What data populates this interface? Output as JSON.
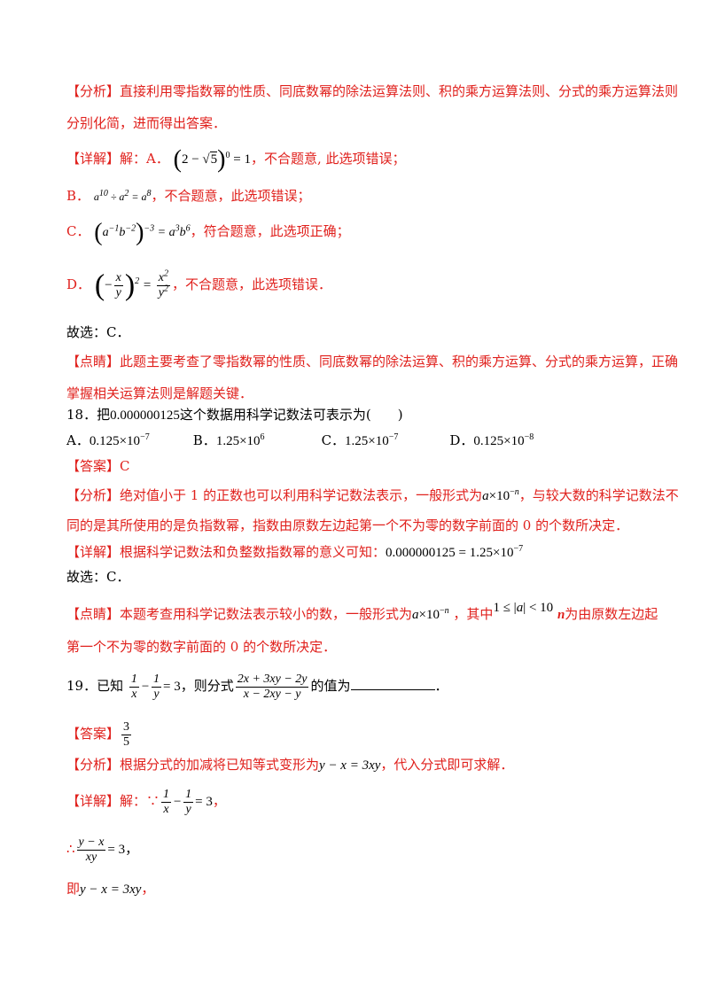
{
  "tags": {
    "fenxi": "【分析】",
    "xiangjie": "【详解】",
    "dianjing": "【点睛】",
    "daan": "【答案】"
  },
  "q17": {
    "fenxi_l1": "直接利用零指数幂的性质、同底数幂的除法运算法则、积的乘方运算法则、分式的乘方运算法则",
    "fenxi_l2": "分别化简，进而得出答案．",
    "jie": "解：A．",
    "a_tail": "，不合题意, 此选项错误；",
    "b_label": "B．",
    "b_tail": "，不合题意，此选项错误；",
    "c_label": "C．",
    "c_tail": "，符合题意，此选项正确；",
    "d_label": "D．",
    "d_tail": "，不合题意，此选项错误．",
    "answer": "故选：C．",
    "dianjing_l1": "此题主要考查了零指数幂的性质、同底数幂的除法运算、积的乘方运算、分式的乘方运算，正确",
    "dianjing_l2": "掌握相关运算法则是解题关键．"
  },
  "q18": {
    "stem_prefix": "18．把",
    "number": "0.000000125",
    "stem_suffix": "这个数据用科学记数法可表示为(　　)",
    "options": [
      {
        "label": "A．",
        "mantissa": "0.125",
        "exp": "−7"
      },
      {
        "label": "B．",
        "mantissa": "1.25",
        "exp": "6"
      },
      {
        "label": "C．",
        "mantissa": "1.25",
        "exp": "−7"
      },
      {
        "label": "D．",
        "mantissa": "0.125",
        "exp": "−8"
      }
    ],
    "answer": "C",
    "fenxi_l1a": "绝对值小于 1 的正数也可以利用科学记数法表示，一般形式为",
    "fenxi_l1b": "，与较大数的科学记数法不",
    "fenxi_l2": "同的是其所使用的是负指数幂，指数由原数左边起第一个不为零的数字前面的 0 的个数所决定．",
    "xiangjie": "根据科学记数法和负整数指数幂的意义可知：",
    "xiangjie_math": "0.000000125 = 1.25×10",
    "xiangjie_exp": "−7",
    "answer_line": "故选：C．",
    "dianjing_a": "本题考查用科学记数法表示较小的数，一般形式为",
    "dianjing_b": "，其中",
    "dianjing_c": "为由原数左边起",
    "dianjing_l2": "第一个不为零的数字前面的 0 的个数所决定．"
  },
  "q19": {
    "stem_prefix": "19．已知",
    "stem_mid": "，则分式",
    "stem_suffix": "的值为",
    "stem_end": "．",
    "frac_num": "2x + 3xy − 2y",
    "frac_den": "x − 2xy − y",
    "answer_num": "3",
    "answer_den": "5",
    "fenxi_a": "根据分式的加减将已知等式变形为",
    "fenxi_math": "y − x = 3xy",
    "fenxi_b": "，代入分式即可求解．",
    "jie": "解：∵",
    "step2_prefix": "∴",
    "step2_num": "y − x",
    "step2_den": "xy",
    "step2_tail": "= 3，",
    "step3_prefix": "即",
    "step3_math": "y − x = 3xy",
    "step3_tail": "，"
  }
}
